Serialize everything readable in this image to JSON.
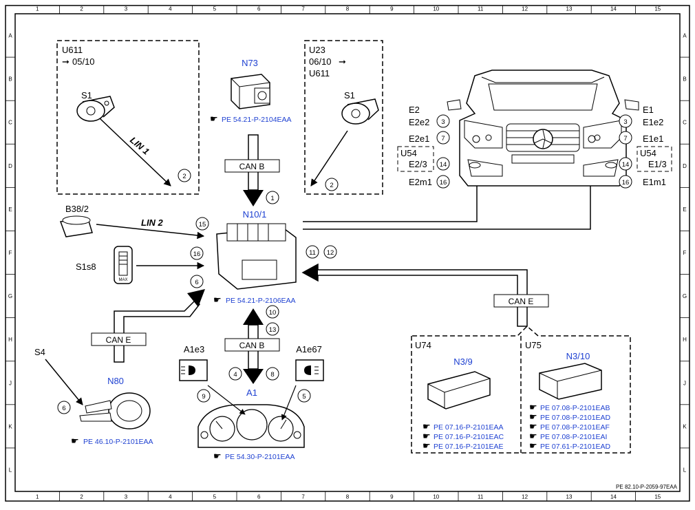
{
  "grid": {
    "columns": [
      "1",
      "2",
      "3",
      "4",
      "5",
      "6",
      "7",
      "8",
      "9",
      "10",
      "11",
      "12",
      "13",
      "14",
      "15"
    ],
    "rows": [
      "A",
      "B",
      "C",
      "D",
      "E",
      "F",
      "G",
      "H",
      "J",
      "K",
      "L"
    ]
  },
  "doc_id": "PE 82.10-P-2059-97EAA",
  "components": {
    "n73": {
      "code": "N73",
      "ref": "PE 54.21-P-2104EAA"
    },
    "n10_1": {
      "code": "N10/1",
      "ref": "PE 54.21-P-2106EAA"
    },
    "b38_2": {
      "code": "B38/2"
    },
    "s1s8": {
      "code": "S1s8",
      "scale_max": "MAX"
    },
    "s4": {
      "code": "S4"
    },
    "n80": {
      "code": "N80",
      "ref": "PE 46.10-P-2101EAA"
    },
    "a1": {
      "code": "A1",
      "ref": "PE 54.30-P-2101EAA"
    },
    "a1e3": {
      "code": "A1e3"
    },
    "a1e67": {
      "code": "A1e67"
    },
    "n3_9": {
      "code": "N3/9",
      "refs": [
        "PE 07.16-P-2101EAA",
        "PE 07.16-P-2101EAC",
        "PE 07.16-P-2101EAE"
      ]
    },
    "n3_10": {
      "code": "N3/10",
      "refs": [
        "PE 07.08-P-2101EAB",
        "PE 07.08-P-2101EAD",
        "PE 07.08-P-2101EAF",
        "PE 07.08-P-2101EAI",
        "PE 07.61-P-2101EAD"
      ]
    }
  },
  "variants": {
    "u611_left": {
      "code": "U611",
      "range": "05/10",
      "switch": "S1",
      "bus": "LIN 1",
      "num": "2"
    },
    "u23_right": {
      "code": "U23",
      "range": "06/10",
      "code2": "U611",
      "switch": "S1",
      "num": "2"
    },
    "u74": {
      "code": "U74"
    },
    "u75": {
      "code": "U75"
    },
    "u54_left": {
      "code": "U54",
      "item": "E2/3"
    },
    "u54_right": {
      "code": "U54",
      "item": "E1/3"
    }
  },
  "buses": {
    "can_b_top": "CAN B",
    "can_b_bottom": "CAN B",
    "can_e_left": "CAN E",
    "can_e_right": "CAN E",
    "lin2": "LIN 2"
  },
  "headlamp_left": {
    "items": [
      "E2",
      "E2e2",
      "E2e1",
      "E2m1"
    ],
    "nums": [
      "3",
      "7",
      "14",
      "16"
    ]
  },
  "headlamp_right": {
    "items": [
      "E1",
      "E1e2",
      "E1e1",
      "E1m1"
    ],
    "nums": [
      "3",
      "7",
      "14",
      "16"
    ]
  },
  "callouts": {
    "c1": "1",
    "c4": "4",
    "c5": "5",
    "c6a": "6",
    "c6b": "6",
    "c8": "8",
    "c9": "9",
    "c10": "10",
    "c11": "11",
    "c12": "12",
    "c13": "13",
    "c15": "15",
    "c16": "16"
  }
}
